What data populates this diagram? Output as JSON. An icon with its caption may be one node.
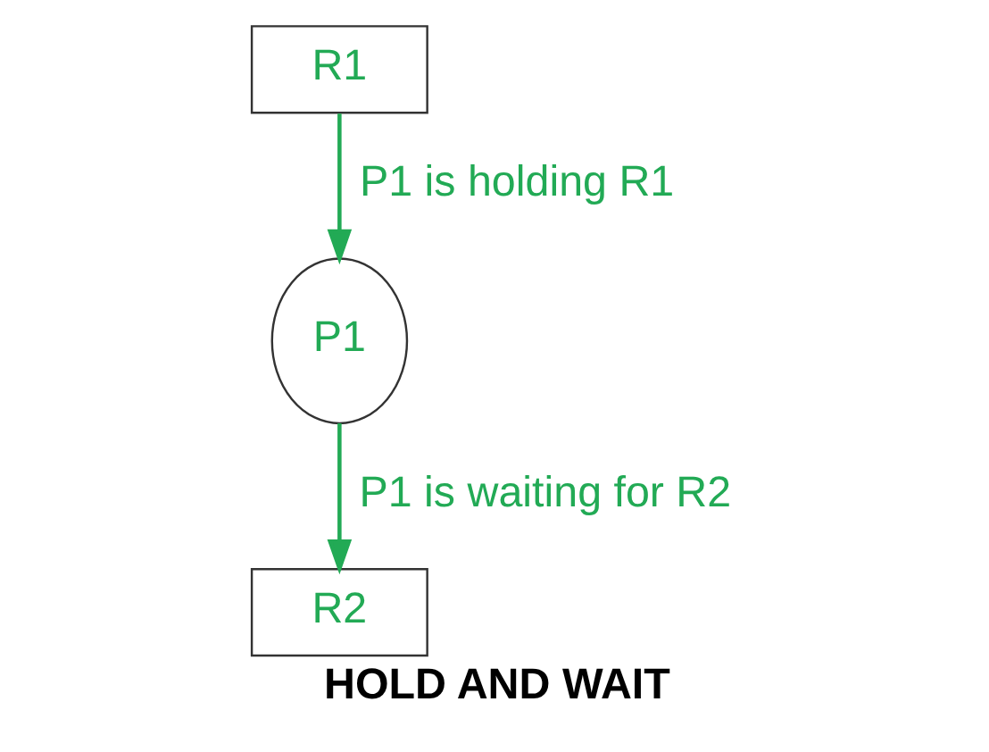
{
  "diagram": {
    "caption": "HOLD AND WAIT",
    "nodes": [
      {
        "text": [
          "R1"
        ]
      },
      {
        "text": [
          "P1"
        ]
      },
      {
        "text": [
          "R2"
        ]
      }
    ],
    "edges": [
      {
        "from": 0,
        "to": 1,
        "arrow": "to",
        "label": "P1 is holding R1"
      },
      {
        "from": 1,
        "to": 2,
        "arrow": "to",
        "label": "P1 is waiting for R2"
      }
    ]
  }
}
